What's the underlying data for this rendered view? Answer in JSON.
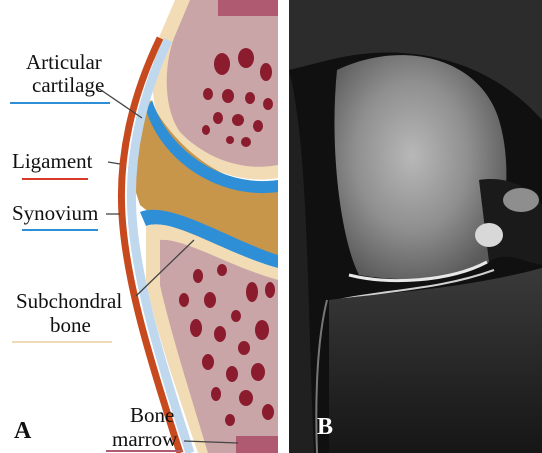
{
  "panel_a": {
    "letter": "A",
    "labels": {
      "articular_cartilage_1": "Articular",
      "articular_cartilage_2": "cartilage",
      "ligament": "Ligament",
      "synovium": "Synovium",
      "subchondral_1": "Subchondral",
      "subchondral_2": "bone",
      "marrow_1": "Bone",
      "marrow_2": "marrow"
    }
  },
  "panel_b": {
    "letter": "B"
  },
  "colors": {
    "cartilage": "#2e8fd6",
    "ligament": "#c74a1e",
    "ligament_underline": "#d83a2a",
    "synovium_fill": "#c8964a",
    "subchondral": "#f2dcb6",
    "marrow": "#c9a5a8",
    "marrow_spots": "#8a1c2e",
    "marrow_deep": "#b05a72"
  }
}
